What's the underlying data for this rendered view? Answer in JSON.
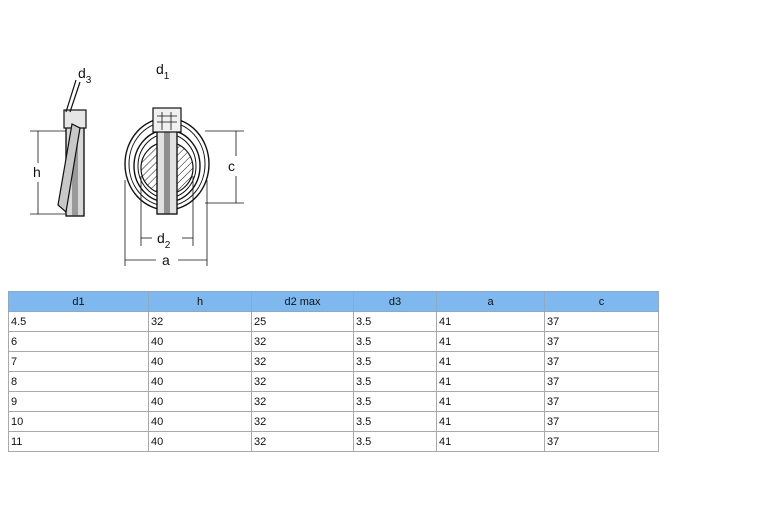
{
  "drawing": {
    "labels": {
      "d3": {
        "base": "d",
        "sub": "3"
      },
      "d1": {
        "base": "d",
        "sub": "1"
      },
      "h": "h",
      "c": "c",
      "d2": {
        "base": "d",
        "sub": "2"
      },
      "a": "a"
    }
  },
  "table": {
    "headers": [
      "d1",
      "h",
      "d2 max",
      "d3",
      "a",
      "c"
    ],
    "rows": [
      [
        "4.5",
        "32",
        "25",
        "3.5",
        "41",
        "37"
      ],
      [
        "6",
        "40",
        "32",
        "3.5",
        "41",
        "37"
      ],
      [
        "7",
        "40",
        "32",
        "3.5",
        "41",
        "37"
      ],
      [
        "8",
        "40",
        "32",
        "3.5",
        "41",
        "37"
      ],
      [
        "9",
        "40",
        "32",
        "3.5",
        "41",
        "37"
      ],
      [
        "10",
        "40",
        "32",
        "3.5",
        "41",
        "37"
      ],
      [
        "11",
        "40",
        "32",
        "3.5",
        "41",
        "37"
      ]
    ]
  }
}
